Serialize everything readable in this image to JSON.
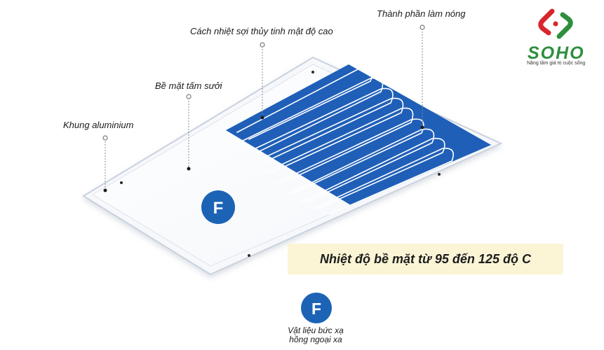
{
  "callouts": {
    "heating_element": "Thành phần làm nóng",
    "fiberglass_insulation": "Cách nhiệt sợi thủy tinh mật độ cao",
    "heater_surface": "Bề mặt tấm sưởi",
    "aluminium_frame": "Khung aluminium"
  },
  "banner": {
    "text": "Nhiệt độ bề mặt từ 95 đến 125 độ C"
  },
  "badge": {
    "letter": "F"
  },
  "legend": {
    "line1": "Vật liệu bức xạ",
    "line2": "hồng ngoại xa"
  },
  "logo": {
    "word": "SOHO",
    "tagline": "Nâng tầm giá trị cuộc sống"
  },
  "colors": {
    "panel_blue": "#1f5fb8",
    "badge_blue": "#1c63b5",
    "banner_bg": "#fbf5d6",
    "logo_red": "#d8262e",
    "logo_green": "#2e8f3f"
  }
}
